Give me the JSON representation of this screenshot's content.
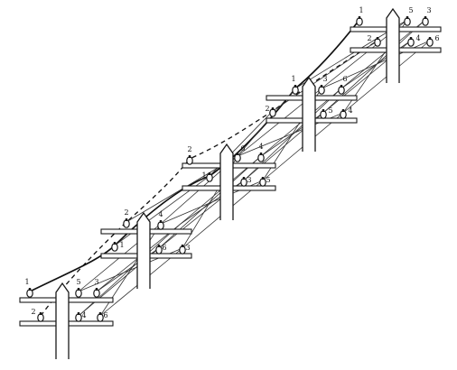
{
  "diagram": {
    "type": "transposition-of-line-wires",
    "palette": {
      "ink": "#111111",
      "paper": "#ffffff"
    },
    "poles": [
      {
        "id": "pole-1",
        "labels": [
          {
            "text": "1"
          },
          {
            "text": "5"
          },
          {
            "text": "3"
          },
          {
            "text": "2"
          },
          {
            "text": "4"
          },
          {
            "text": "6"
          }
        ]
      },
      {
        "id": "pole-2",
        "labels": [
          {
            "text": "2"
          },
          {
            "text": "1"
          },
          {
            "text": "4"
          },
          {
            "text": "6"
          },
          {
            "text": "3"
          }
        ]
      },
      {
        "id": "pole-3",
        "labels": [
          {
            "text": "2"
          },
          {
            "text": "6"
          },
          {
            "text": "4"
          },
          {
            "text": "1"
          },
          {
            "text": "3"
          },
          {
            "text": "5"
          }
        ]
      },
      {
        "id": "pole-4",
        "labels": [
          {
            "text": "1"
          },
          {
            "text": "3"
          },
          {
            "text": "6"
          },
          {
            "text": "2"
          },
          {
            "text": "5"
          },
          {
            "text": "4"
          }
        ]
      },
      {
        "id": "pole-5",
        "labels": [
          {
            "text": "1"
          },
          {
            "text": "5"
          },
          {
            "text": "3"
          },
          {
            "text": "2"
          },
          {
            "text": "4"
          },
          {
            "text": "6"
          }
        ]
      }
    ]
  }
}
